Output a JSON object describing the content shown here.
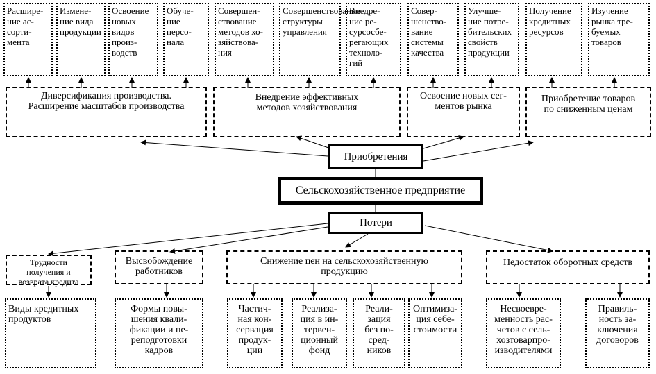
{
  "center": {
    "enterprise": "Сельскохозяйственное предприятие",
    "gains": "Приобретения",
    "losses": "Потери"
  },
  "top_row": [
    "Расшире-\nние ас-\nсорти-\nмента",
    "Измене-\nние вида\nпродукции",
    "Освоение\nновых\nвидов\nпроиз-\nводств",
    "Обуче-\nние\nперсо-\nнала",
    "Совершен-\nствование\nметодов хо-\nзяйствова-\nния",
    "Совершенствование\nструктуры\nуправления",
    "Внедре-\nние ре-\nсурсосбе-\nрегающих\nтехноло-\nгий",
    "Совер-\nшенство-\nвание\nсистемы\nкачества",
    "Улучше-\nние потре-\nбительских\nсвойств\nпродукции",
    "Получение\nкредитных\nресурсов",
    "Изучение\nрынка тре-\nбуемых\nтоваров"
  ],
  "gain_groups": [
    "Диверсификация производства.\nРасширение масштабов производства",
    "Внедрение эффективных\nметодов хозяйствования",
    "Освоение новых сег-\nментов рынка",
    "Приобретение товаров\nпо сниженным ценам"
  ],
  "loss_groups": [
    "Трудности\nполучения и\nвозврата кредита",
    "Высвобождение\nработников",
    "Снижение цен на сельскохозяйственную\nпродукцию",
    "Недостаток оборотных средств"
  ],
  "bottom_row": [
    "Виды кредитных\nпродуктов",
    "Формы повы-\nшения квали-\nфикации и пе-\nреподготовки\nкадров",
    "Частич-\nная кон-\nсервация\nпродук-\nции",
    "Реализа-\nция в ин-\nтервен-\nционный\nфонд",
    "Реали-\nзация\nбез по-\nсред-\nников",
    "Оптимиза-\nция себе-\nстоимости",
    "Несвоевре-\nменность рас-\nчетов с сель-\nхозтоварпро-\nизводителями",
    "Правиль-\nность за-\nключения\nдоговоров"
  ]
}
